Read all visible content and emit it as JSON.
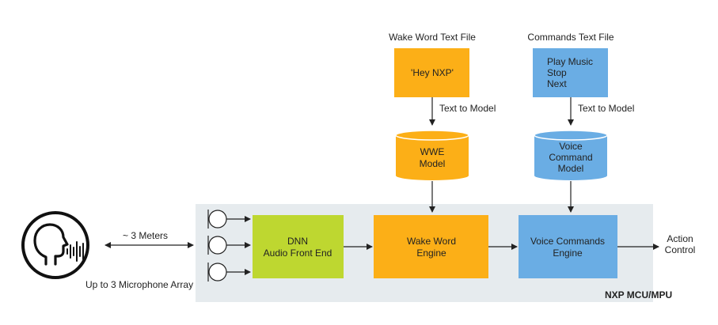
{
  "diagram": {
    "wake_word_file": {
      "title": "Wake Word Text File",
      "content": "'Hey NXP'"
    },
    "commands_file": {
      "title": "Commands Text File",
      "lines": [
        "Play Music",
        "Stop",
        "Next"
      ]
    },
    "text_to_model_1": "Text to Model",
    "text_to_model_2": "Text to Model",
    "wwe_model": [
      "WWE",
      "Model"
    ],
    "voice_command_model": [
      "Voice",
      "Command",
      "Model"
    ],
    "dnn_block": [
      "DNN",
      "Audio Front End"
    ],
    "wake_word_engine": [
      "Wake Word",
      "Engine"
    ],
    "voice_commands_engine": [
      "Voice Commands",
      "Engine"
    ],
    "action_control": [
      "Action",
      "Control"
    ],
    "distance_label": "~  3 Meters",
    "mic_array_label": "Up to 3 Microphone Array",
    "platform_label": "NXP MCU/MPU",
    "icons": [
      "speaking-head-icon",
      "microphone-icon"
    ],
    "colors": {
      "orange": "#FCAF17",
      "blue": "#6AADE4",
      "green": "#BED730",
      "platform_gray": "#E6EBEE",
      "arrow": "#222222"
    }
  }
}
